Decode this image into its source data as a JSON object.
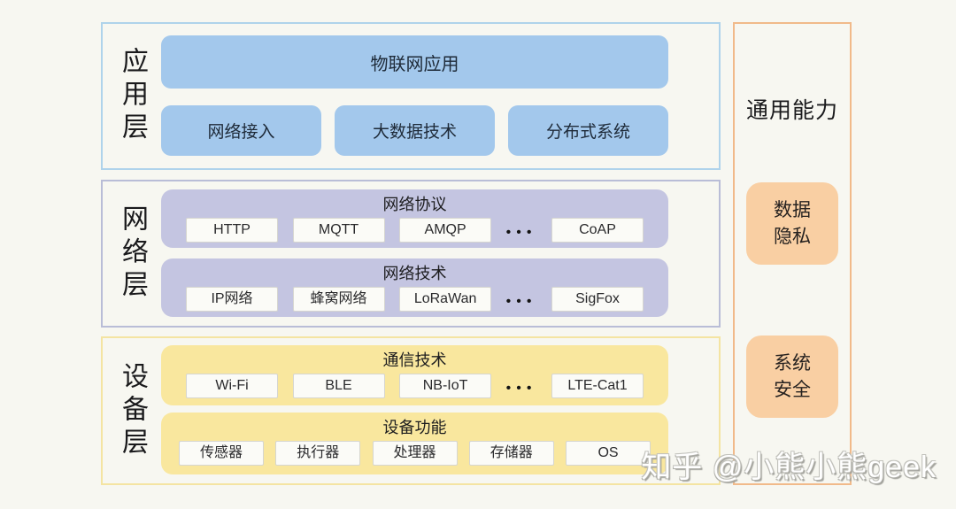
{
  "diagram_title": "IoT architecture layers",
  "colors": {
    "background": "#f7f7f1",
    "application_border": "#afd3eb",
    "application_box": "#a3c8ec",
    "network_border": "#b9bdd7",
    "network_box": "#c4c5e1",
    "device_border": "#f4e4a2",
    "device_box": "#f9e79e",
    "sidebar_border": "#f1ba8a",
    "sidebar_box": "#f9cfa3",
    "chip_bg": "#fbfbf7"
  },
  "layers": [
    {
      "label": "应用层",
      "top_box": "物联网应用",
      "boxes": [
        "网络接入",
        "大数据技术",
        "分布式系统"
      ]
    },
    {
      "label": "网络层",
      "groups": [
        {
          "title": "网络协议",
          "chips": [
            "HTTP",
            "MQTT",
            "AMQP"
          ],
          "ellipsis": "•••",
          "last_chip": "CoAP"
        },
        {
          "title": "网络技术",
          "chips": [
            "IP网络",
            "蜂窝网络",
            "LoRaWan"
          ],
          "ellipsis": "•••",
          "last_chip": "SigFox"
        }
      ]
    },
    {
      "label": "设备层",
      "groups": [
        {
          "title": "通信技术",
          "chips": [
            "Wi-Fi",
            "BLE",
            "NB-IoT"
          ],
          "ellipsis": "•••",
          "last_chip": "LTE-Cat1"
        },
        {
          "title": "设备功能",
          "chips": [
            "传感器",
            "执行器",
            "处理器",
            "存储器",
            "OS"
          ]
        }
      ]
    }
  ],
  "sidebar": {
    "title": "通用能力",
    "items": [
      "数据\n隐私",
      "系统\n安全"
    ]
  },
  "watermark": "知乎 @小熊小熊geek"
}
